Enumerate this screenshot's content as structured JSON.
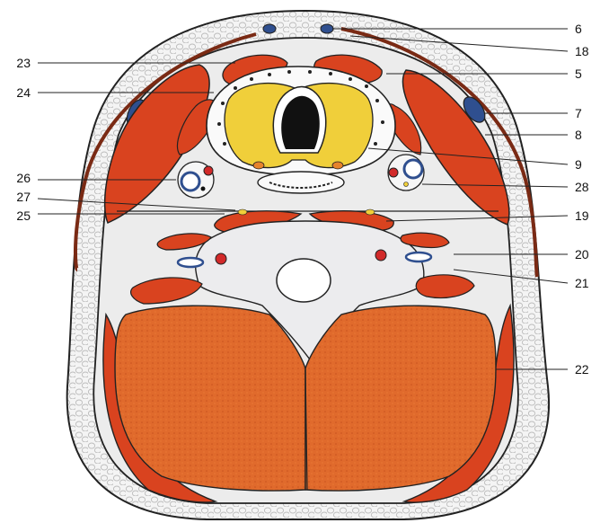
{
  "labels": {
    "l23": "23",
    "l24": "24",
    "l26": "26",
    "l27": "27",
    "l25": "25",
    "r6": "6",
    "r18": "18",
    "r5": "5",
    "r7": "7",
    "r8": "8",
    "r9": "9",
    "r28": "28",
    "r19": "19",
    "r20": "20",
    "r21": "21",
    "r22": "22"
  },
  "colors": {
    "fat_fill": "#f3f3f3",
    "fat_cell": "#c9c9c9",
    "muscle": "#d9431f",
    "muscle_dark": "#b8321a",
    "muscle_back": "#e2642a",
    "thyroid": "#f0cf3a",
    "fascia_fill": "#ededee",
    "vessel_blue": "#2f4f8f",
    "artery_red": "#d22a2a",
    "outline": "#222222"
  }
}
